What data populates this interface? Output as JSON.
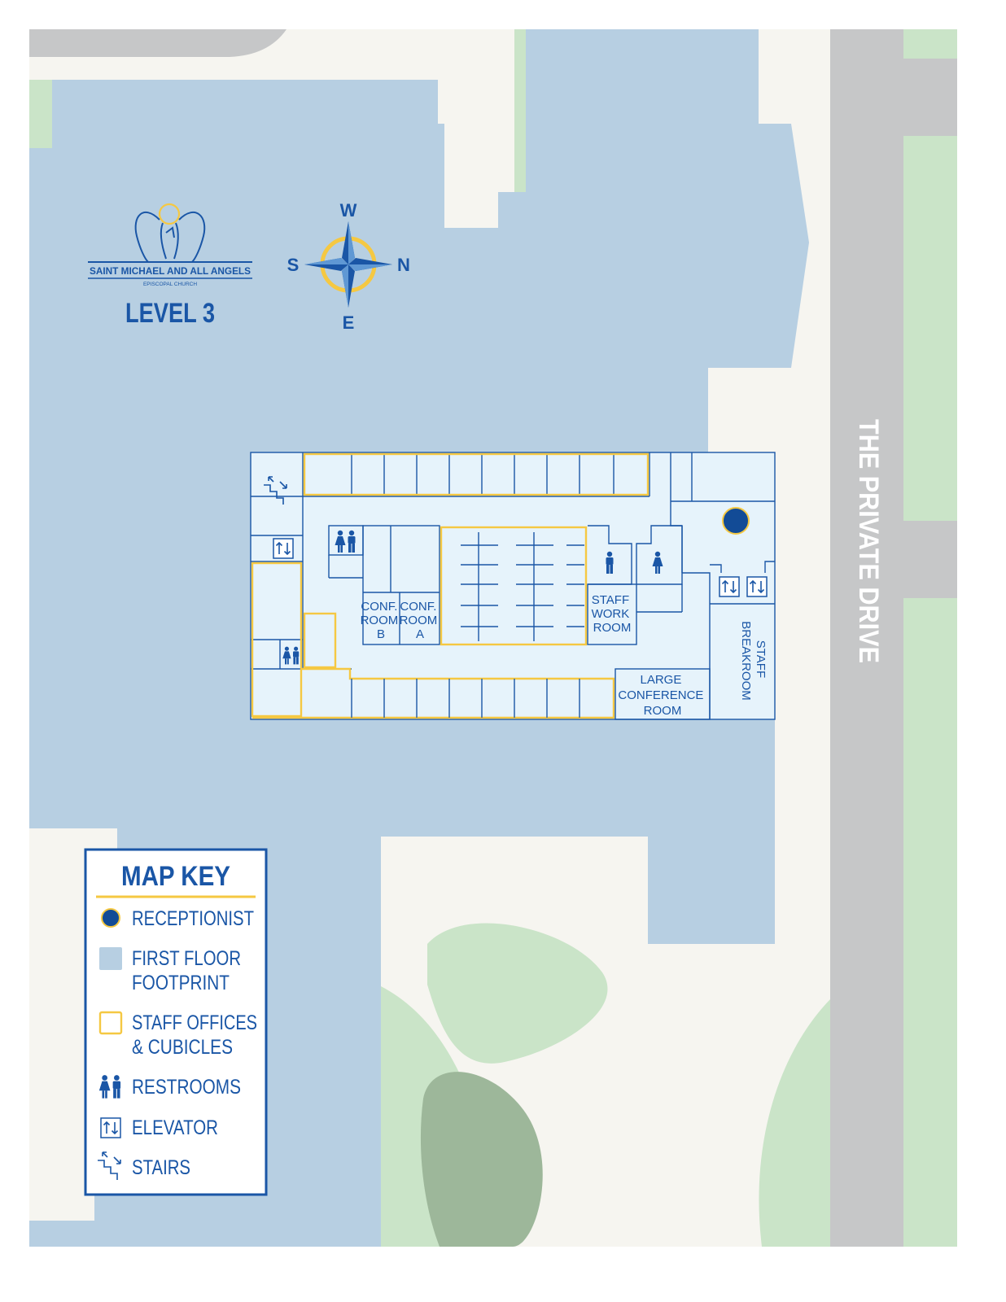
{
  "header": {
    "church_name": "SAINT MICHAEL AND ALL ANGELS",
    "church_subtitle": "EPISCOPAL CHURCH",
    "level_title": "LEVEL 3"
  },
  "compass": {
    "top": "W",
    "left": "S",
    "right": "N",
    "bottom": "E"
  },
  "road_label": "THE PRIVATE DRIVE",
  "rooms": {
    "conf_b": [
      "CONF.",
      "ROOM",
      "B"
    ],
    "conf_a": [
      "CONF.",
      "ROOM",
      "A"
    ],
    "staff_work": [
      "STAFF",
      "WORK",
      "ROOM"
    ],
    "large_conf": [
      "LARGE",
      "CONFERENCE",
      "ROOM"
    ],
    "staff_break": [
      "STAFF",
      "BREAKROOM"
    ]
  },
  "legend": {
    "title": "MAP KEY",
    "items": {
      "receptionist": [
        "RECEPTIONIST"
      ],
      "footprint": [
        "FIRST FLOOR",
        "FOOTPRINT"
      ],
      "staff": [
        "STAFF OFFICES",
        "& CUBICLES"
      ],
      "restrooms": [
        "RESTROOMS"
      ],
      "elevator": [
        "ELEVATOR"
      ],
      "stairs": [
        "STAIRS"
      ]
    }
  },
  "colors": {
    "footprint": "#b7cfe2",
    "floor": "#e6f3fb",
    "walls": "#1a56a6",
    "staff_outline": "#f5c842",
    "road": "#c6c7c8",
    "ground": "#f6f5f0",
    "grass": "#cae4c8",
    "tree_dark": "#9db79a",
    "receptionist_dot": "#124b96"
  }
}
